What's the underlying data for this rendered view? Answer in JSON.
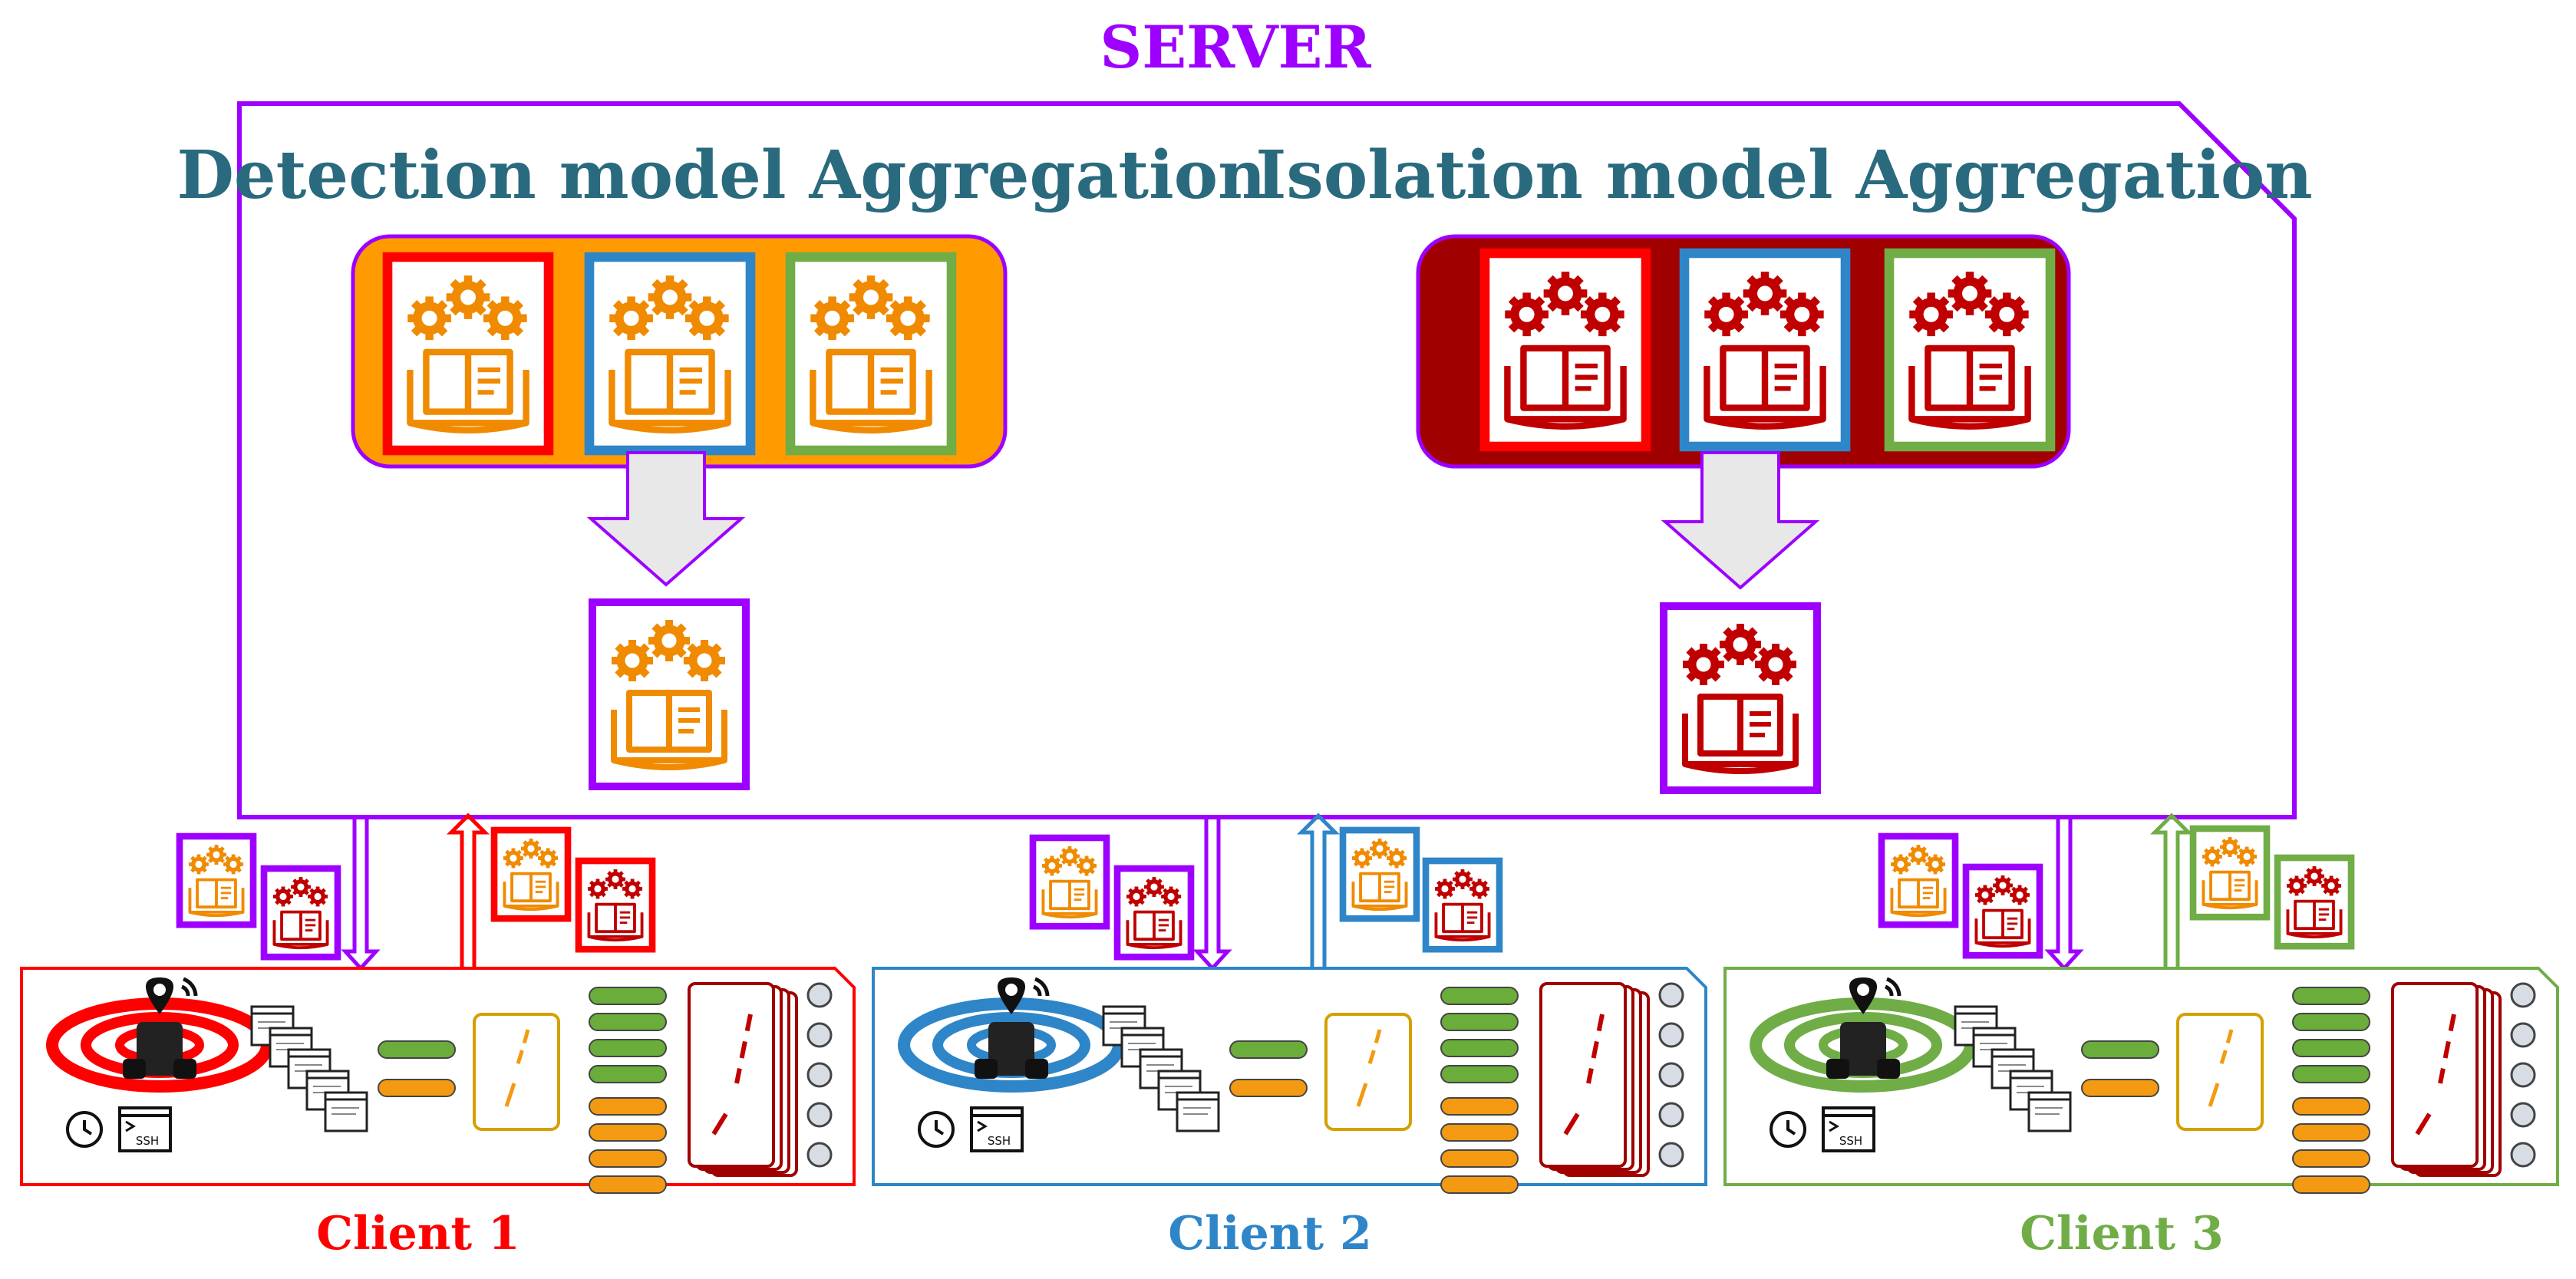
{
  "server": {
    "label": "SERVER",
    "detection_title": "Detection model Aggregation",
    "isolation_title": "Isolation model Aggregation"
  },
  "clients": [
    {
      "label": "Client 1",
      "color": "#ff0000"
    },
    {
      "label": "Client 2",
      "color": "#2e86c8"
    },
    {
      "label": "Client 3",
      "color": "#70ad47"
    }
  ],
  "colors": {
    "server_border": "#9d00ff",
    "title_teal": "#2a6a7e",
    "detection_fill": "#ff9a00",
    "detection_gear": "#f08a00",
    "isolation_fill": "#a00000",
    "isolation_gear": "#c00000",
    "arrow_gray": "#e8e8e8",
    "green_bar": "#6aad3a",
    "orange_bar": "#f39a12"
  },
  "terminal_icon_label": "SSH"
}
